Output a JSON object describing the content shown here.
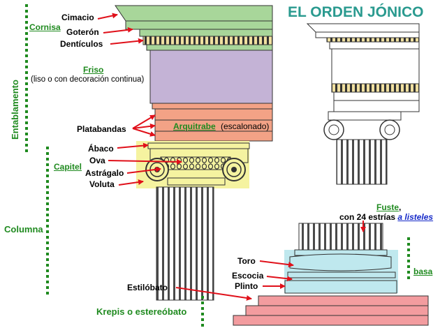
{
  "title": "EL ORDEN JÓNICO",
  "sections": {
    "entablamento": "Entablamento",
    "columna": "Columna"
  },
  "labels": {
    "cornisa": "Cornisa",
    "cimacio": "Cimacio",
    "goteron": "Goterón",
    "denticulos": "Dentículos",
    "friso": "Friso",
    "friso_note": "(liso o con decoración continua)",
    "platabandas": "Platabandas",
    "arquitrabe": "Arquitrabe",
    "arquitrabe_note": "(escalonado)",
    "abaco": "Ábaco",
    "ova": "Ova",
    "capitel": "Capitel",
    "astragalo": "Astrágalo",
    "voluta": "Voluta",
    "fuste": "Fuste",
    "fuste_comma": ",",
    "fuste_note": "con 24 estrías",
    "listeles": "a listeles",
    "toro": "Toro",
    "escocia": "Escocia",
    "plinto": "Plinto",
    "basa": "basa",
    "estilobato": "Estilóbato",
    "krepis": "Krepis o estereóbato"
  },
  "colors": {
    "cornisa": "#a8d69a",
    "friso": "#c4b3d6",
    "arquitrabe": "#f3a286",
    "capitel": "#f5f3a0",
    "basa": "#bfe8ee",
    "krepis": "#f39c9f",
    "arrow": "#e0101a",
    "green": "#1f8a1f",
    "title": "#2a9a8f"
  }
}
